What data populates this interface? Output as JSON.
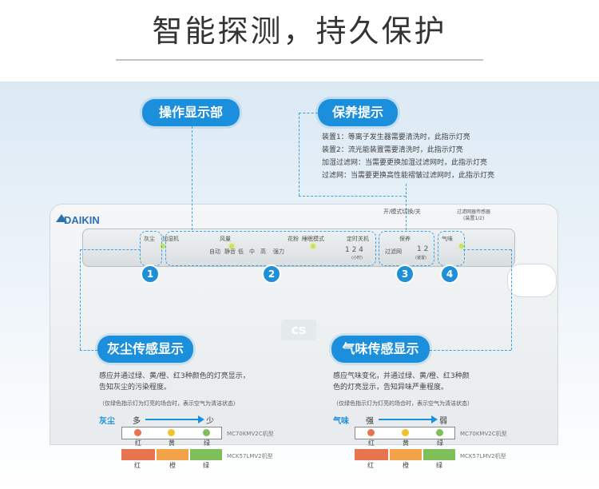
{
  "title": "智能探测，持久保护",
  "brand": "DAIKIN",
  "callouts": {
    "display": "操作显示部",
    "maintenance": "保养提示",
    "dust": "灰尘传感显示",
    "odor": "气味传感显示"
  },
  "maintenance_lines": [
    "装置1：等离子发生器需要清洗时，此指示灯亮",
    "装置2：流光能装置需要清洗时，此指示灯亮",
    "加湿过滤网：当需要更换加湿过滤网时，此指示灯亮",
    "过滤网：当需要更换高性能褶皱过滤网时，此指示灯亮"
  ],
  "device_top_labels": {
    "power": "开/模式切换/关",
    "filter_btn": "过滤网器传感器",
    "filter_btn2": "(装置1/2)"
  },
  "panel": {
    "dust": "灰尘",
    "humidify": "加湿机",
    "airflow": "风量",
    "auto": "自动",
    "quiet": "静音",
    "low": "低",
    "mid": "中",
    "high": "高",
    "strong": "强力",
    "pollen": "花粉",
    "sleep": "睡眠模式",
    "timer": "定时关机",
    "timer_vals": "1 2 4",
    "timer_unit": "(小时)",
    "maint": "保养",
    "filter": "过滤网",
    "unit_vals": "1 2",
    "unit_label": "(装置)",
    "odor": "气味"
  },
  "numbers": [
    "1",
    "2",
    "3",
    "4"
  ],
  "dust_section": {
    "desc1": "感应并通过绿、黄/橙、红3种颜色的灯亮显示，",
    "desc2": "告知灰尘的污染程度。",
    "note": "（仅绿色指示灯为灯亮的场合时，表示空气为清洁状态）",
    "scale_label": "灰尘",
    "more": "多",
    "less": "少",
    "row1_labels": [
      "红",
      "黄",
      "绿"
    ],
    "row2_labels": [
      "红",
      "橙",
      "绿"
    ],
    "model1": "MC70KMV2C机型",
    "model2": "MCK57LMV2机型"
  },
  "odor_section": {
    "desc1": "感应气味变化，并通过绿、黄/橙、红3种颜",
    "desc2": "色的灯亮显示，告知异味严重程度。",
    "note": "（仅绿色指示灯为灯亮的场合时，表示空气为清洁状态）",
    "scale_label": "气味",
    "strong": "强",
    "weak": "弱",
    "row1_labels": [
      "红",
      "黄",
      "绿"
    ],
    "row2_labels": [
      "红",
      "橙",
      "绿"
    ],
    "model1": "MC70KMV2C机型",
    "model2": "MCK57LMV2机型"
  },
  "colors": {
    "red": "#e8734f",
    "yellow": "#f2c22e",
    "green": "#7fbf5a",
    "orange": "#f2a34a",
    "accent": "#1c8fdc"
  }
}
